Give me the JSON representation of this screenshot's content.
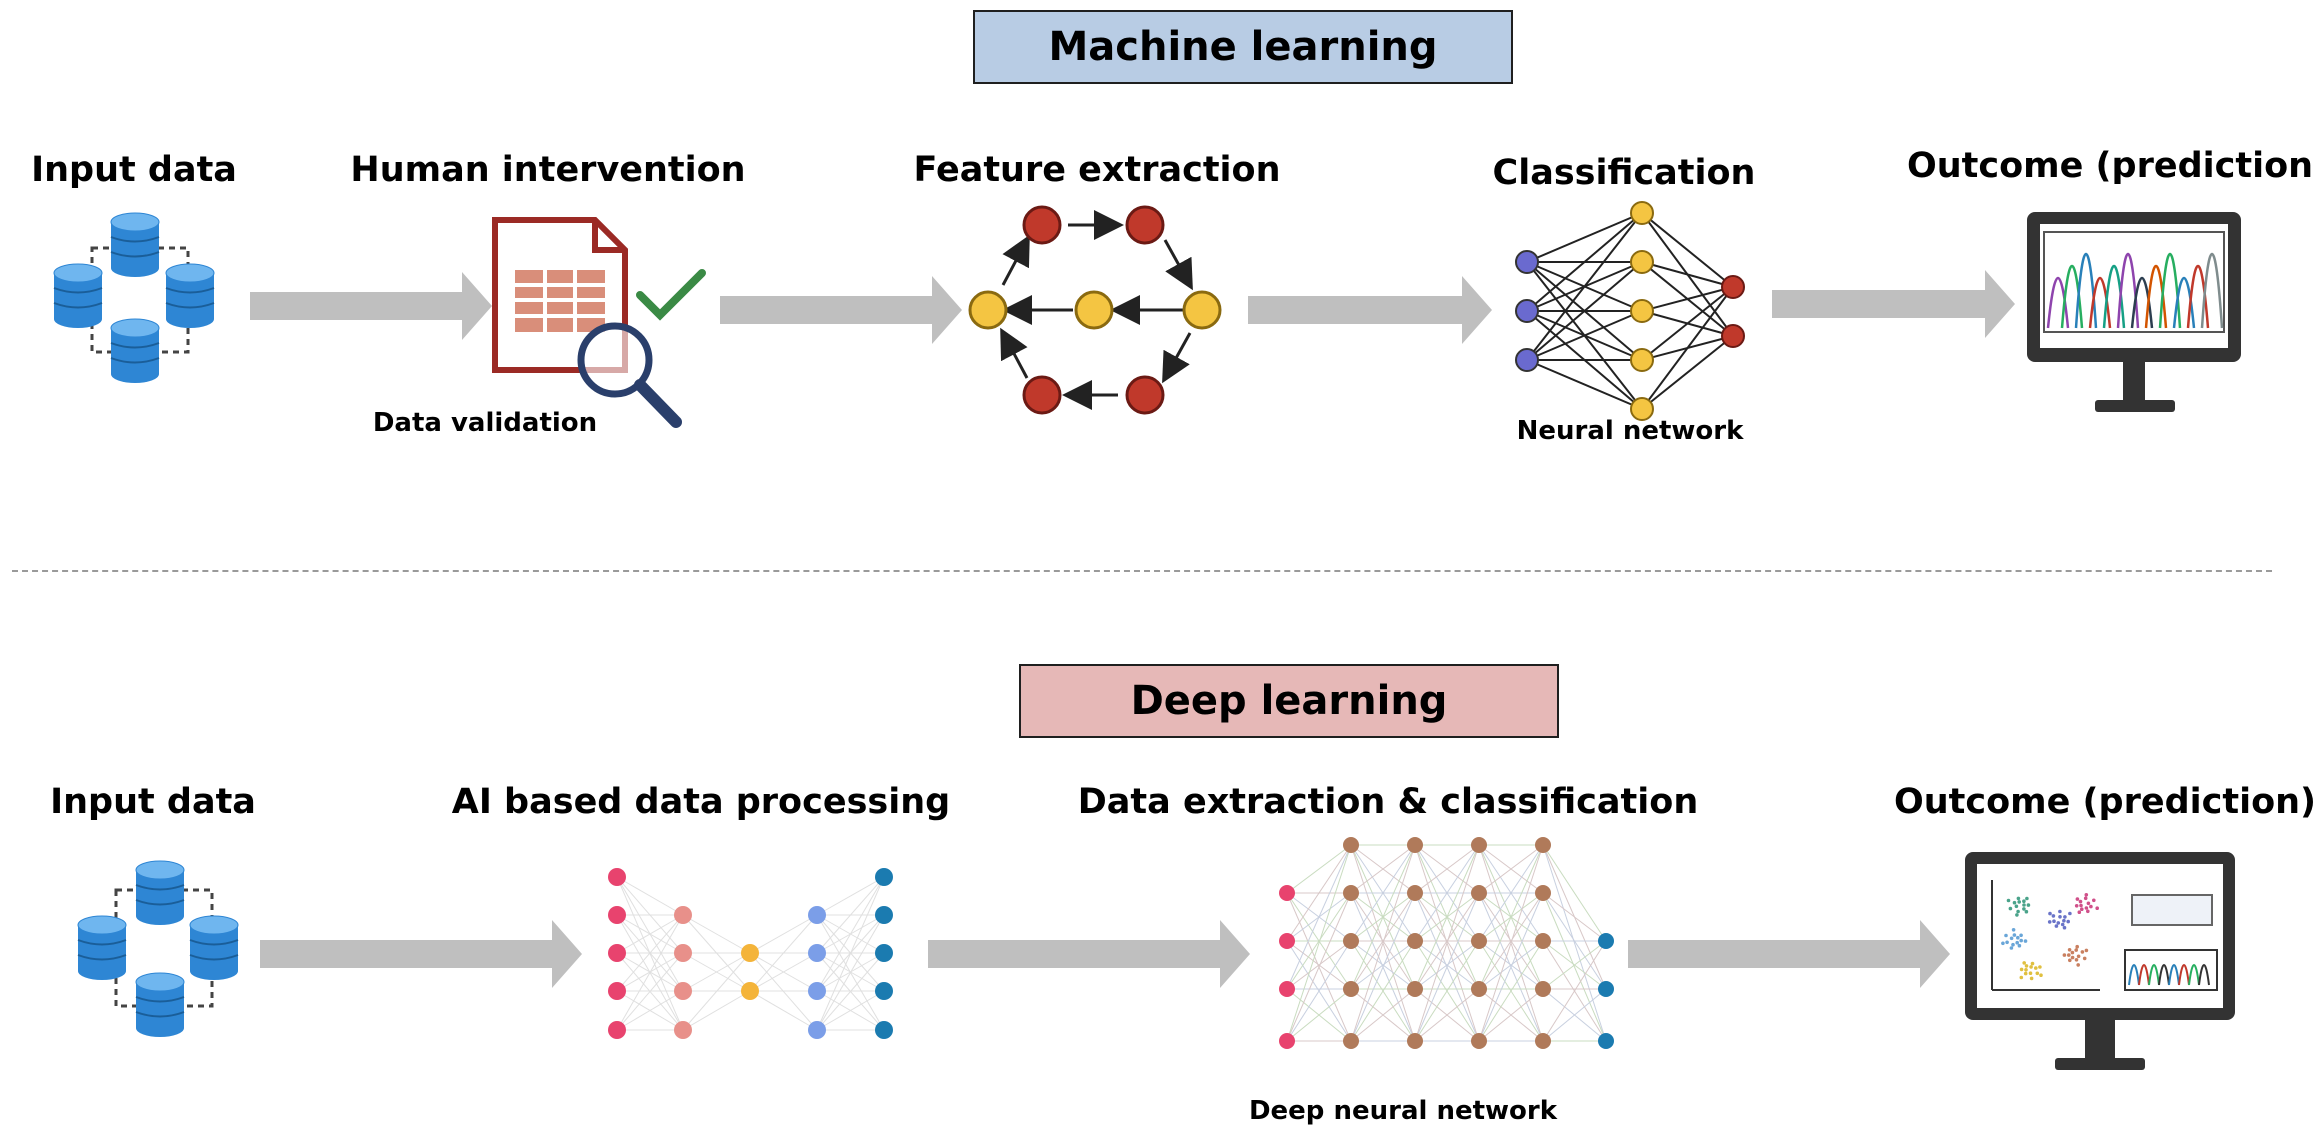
{
  "ml": {
    "title": "Machine learning",
    "title_bg": "#b8cce4",
    "steps": {
      "input": "Input data",
      "human": "Human intervention",
      "feature": "Feature extraction",
      "classification": "Classification",
      "outcome": "Outcome (prediction)"
    },
    "sublabels": {
      "validation": "Data validation",
      "neural": "Neural network"
    }
  },
  "dl": {
    "title": "Deep learning",
    "title_bg": "#e6b8b7",
    "steps": {
      "input": "Input data",
      "ai": "AI based data processing",
      "extract": "Data extraction & classification",
      "outcome": "Outcome (prediction)"
    },
    "sublabels": {
      "dnn": "Deep neural network"
    }
  },
  "colors": {
    "arrow": "#bfbfbf",
    "database": "#2e86d4",
    "node_red": "#c0392b",
    "node_yellow": "#f4c542",
    "node_purple": "#6a6acf",
    "dl_pink": "#e8436e",
    "dl_orange": "#f4b43a",
    "dl_blue": "#7b9ee8",
    "dl_teal": "#1b7bb0",
    "dl_brown": "#b07a5a"
  }
}
